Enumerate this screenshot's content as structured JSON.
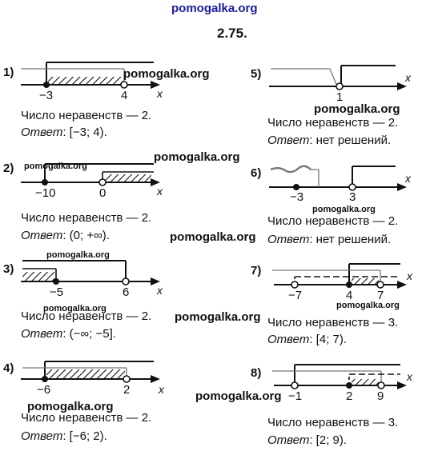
{
  "site": "pomogalka.org",
  "number": "2.75.",
  "watermark": "pomogalka.org",
  "problems": [
    {
      "label": "1)",
      "ticks": [
        "−3",
        "4"
      ],
      "count_text": "Число неравенств — 2.",
      "answer_word": "Ответ",
      "answer_value": ": [−3; 4)."
    },
    {
      "label": "2)",
      "ticks": [
        "−10",
        "0"
      ],
      "count_text": "Число неравенств — 2.",
      "answer_word": "Ответ",
      "answer_value": ": (0; +∞)."
    },
    {
      "label": "3)",
      "ticks": [
        "−5",
        "6"
      ],
      "count_text": "Число неравенств — 2.",
      "answer_word": "Ответ",
      "answer_value": ": (−∞; −5]."
    },
    {
      "label": "4)",
      "ticks": [
        "−6",
        "2"
      ],
      "count_text": "Число неравенств — 2.",
      "answer_word": "Ответ",
      "answer_value": ": [−6; 2)."
    },
    {
      "label": "5)",
      "ticks": [
        "1"
      ],
      "count_text": "Число неравенств — 2.",
      "answer_word": "Ответ",
      "answer_value": ": нет решений."
    },
    {
      "label": "6)",
      "ticks": [
        "−3",
        "3"
      ],
      "count_text": "Число неравенств — 2.",
      "answer_word": "Ответ",
      "answer_value": ": нет решений."
    },
    {
      "label": "7)",
      "ticks": [
        "−7",
        "4",
        "7"
      ],
      "count_text": "Число неравенств — 3.",
      "answer_word": "Ответ",
      "answer_value": ": [4; 7)."
    },
    {
      "label": "8)",
      "ticks": [
        "−1",
        "2",
        "9"
      ],
      "count_text": "Число неравенств — 3.",
      "answer_word": "Ответ",
      "answer_value": ": [2; 9)."
    }
  ],
  "axis_label": "x"
}
